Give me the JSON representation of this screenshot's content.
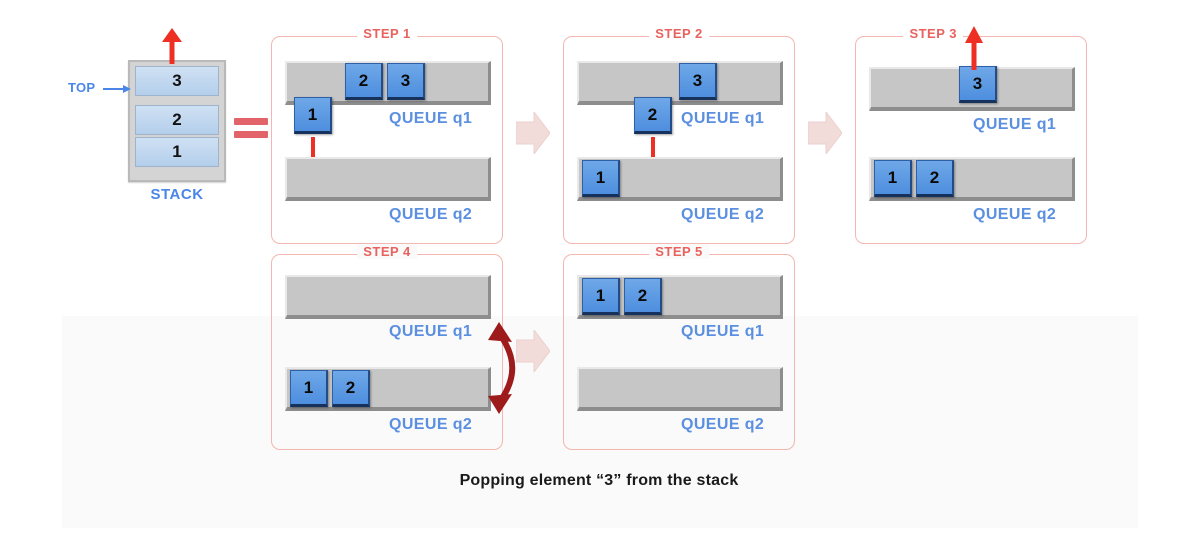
{
  "caption": "Popping element “3” from the stack",
  "stack": {
    "label": "STACK",
    "top_label": "TOP",
    "cells": [
      "3",
      "2",
      "1"
    ]
  },
  "equals_symbol": "=",
  "queue_labels": {
    "q1": "QUEUE q1",
    "q2": "QUEUE q2"
  },
  "steps": [
    {
      "title": "STEP 1",
      "q1_elements": [
        "2",
        "3"
      ],
      "q2_elements": [],
      "moving_element": "1",
      "move_direction": "down",
      "from_queue": "q1",
      "to_queue": "q2"
    },
    {
      "title": "STEP 2",
      "q1_elements": [
        "3"
      ],
      "q2_elements": [
        "1"
      ],
      "moving_element": "2",
      "move_direction": "down",
      "from_queue": "q1",
      "to_queue": "q2"
    },
    {
      "title": "STEP 3",
      "q1_elements": [],
      "q2_elements": [
        "1",
        "2"
      ],
      "moving_element": "3",
      "move_direction": "up",
      "from_queue": "q1",
      "to_queue": "popped"
    },
    {
      "title": "STEP 4",
      "q1_elements": [],
      "q2_elements": [
        "1",
        "2"
      ],
      "moving_element": null,
      "move_direction": "swap",
      "from_queue": "q2",
      "to_queue": "q1"
    },
    {
      "title": "STEP 5",
      "q1_elements": [
        "1",
        "2"
      ],
      "q2_elements": [],
      "moving_element": null,
      "move_direction": "none",
      "from_queue": "",
      "to_queue": ""
    }
  ],
  "colors": {
    "panel_border": "#f3b6b0",
    "step_title": "#e8625e",
    "queue_label": "#5b8fe0",
    "stack_label": "#4a86e8",
    "element_blue": "#4e8ede",
    "queue_gray": "#c6c6c6",
    "red_arrow": "#ee2f23",
    "swap_arrow": "#9e1b1b",
    "flow_arrow": "#f0d8d7",
    "background_band": "#fafafa"
  }
}
